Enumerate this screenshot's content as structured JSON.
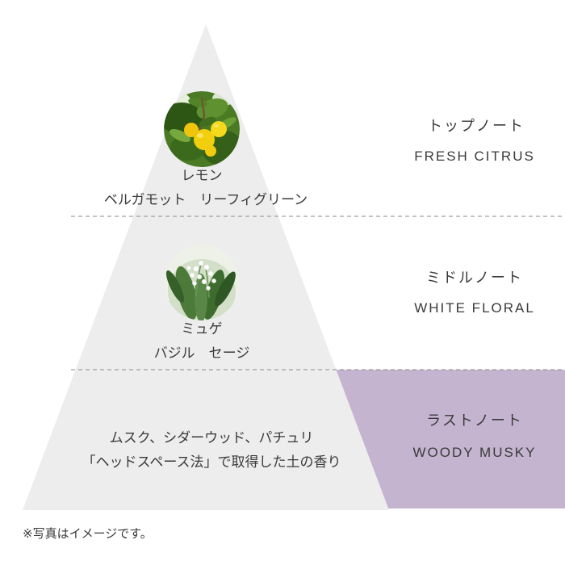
{
  "pyramid": {
    "top": {
      "side_label_ja": "トップノート",
      "side_label_en": "FRESH CITRUS",
      "note_main": "レモン",
      "note_sub": "ベルガモット　リーフィグリーン",
      "image": "lemon-tree-photo"
    },
    "middle": {
      "side_label_ja": "ミドルノート",
      "side_label_en": "WHITE FLORAL",
      "note_main": "ミュゲ",
      "note_sub": "バジル　セージ",
      "image": "lily-of-the-valley-photo"
    },
    "last": {
      "side_label_ja": "ラストノート",
      "side_label_en": "WOODY MUSKY",
      "note_line1": "ムスク、シダーウッド、パチュリ",
      "note_line2": "「ヘッドスペース法」で取得した土の香り"
    }
  },
  "footnote": "※写真はイメージです。",
  "colors": {
    "triangle": "#ededed",
    "last_note_bg": "#c5b4d0",
    "dash": "#8a8a8a",
    "text": "#3a3a3a"
  }
}
